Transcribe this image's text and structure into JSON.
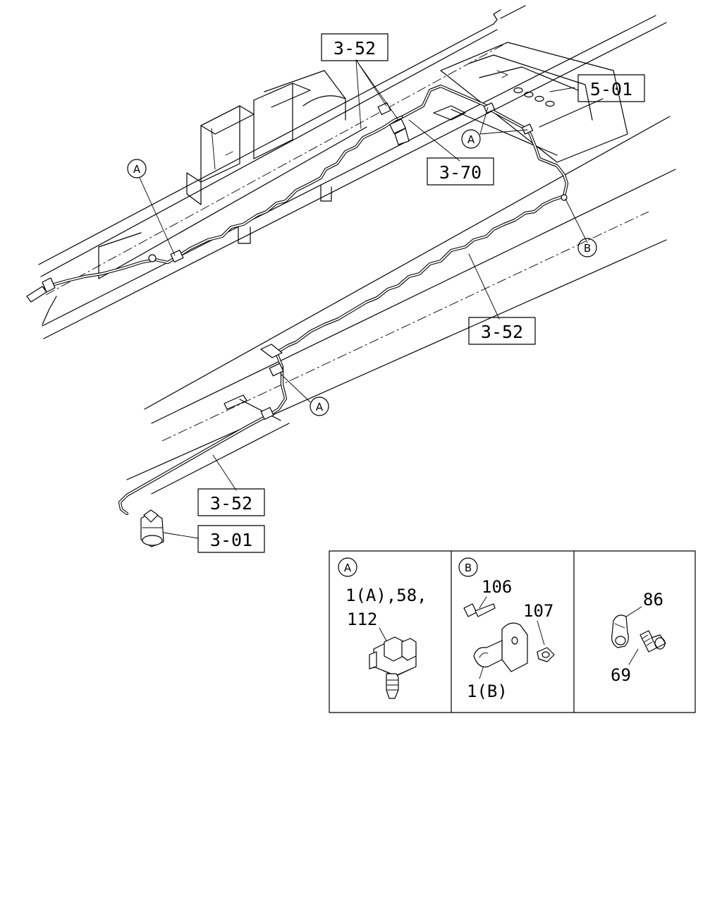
{
  "callouts": {
    "top_3_52": "3-52",
    "top_5_01": "5-01",
    "top_3_70": "3-70",
    "mid_3_52": "3-52",
    "low_3_52": "3-52",
    "low_3_01": "3-01"
  },
  "markers": {
    "a_left": "A",
    "a_top": "A",
    "b_right": "B",
    "a_mid": "A"
  },
  "detail_panels": {
    "panel_a": {
      "marker": "A",
      "line1": "1(A),58,",
      "line2": "112"
    },
    "panel_b": {
      "marker": "B",
      "part_106": "106",
      "part_107": "107",
      "part_1b": "1(B)"
    },
    "panel_c": {
      "part_86": "86",
      "part_69": "69"
    }
  }
}
